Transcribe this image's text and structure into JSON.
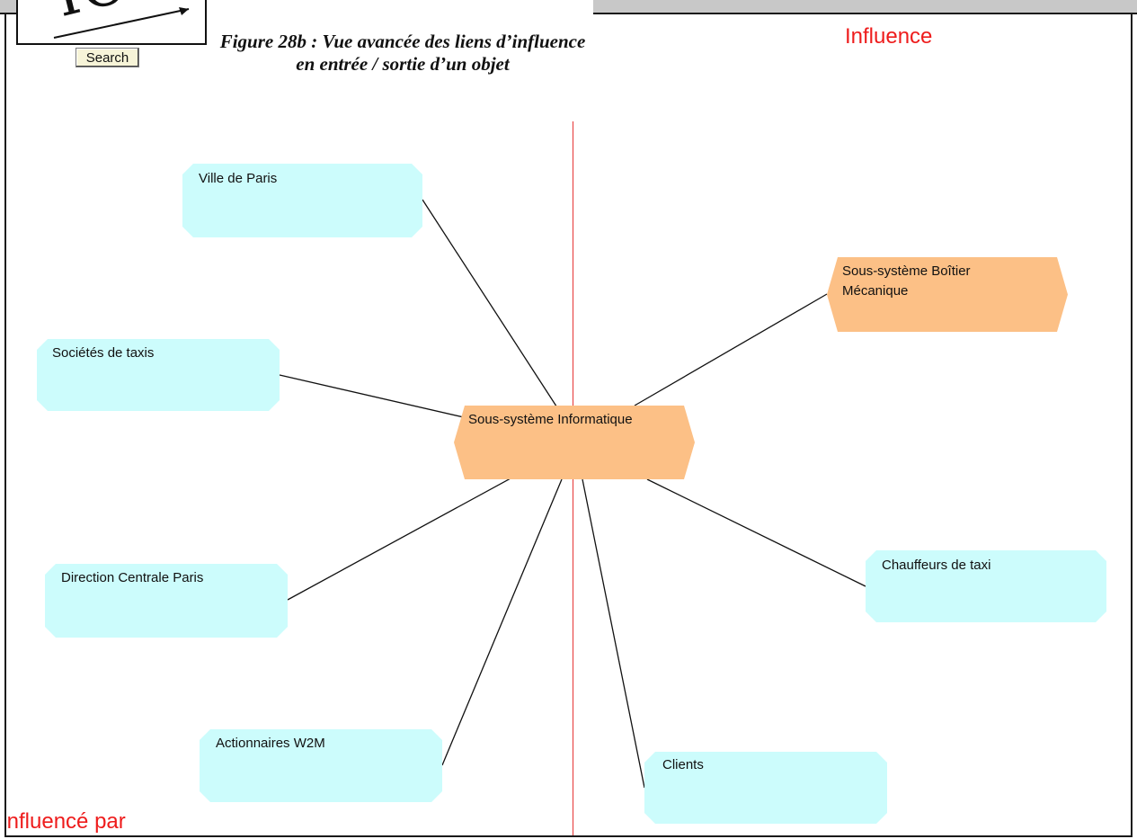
{
  "logo": {
    "text": "ICA"
  },
  "figure_caption": "Figure 28b : Vue avancée des liens d’influence en entrée / sortie d’un objet",
  "toolbar": {
    "search_label": "Search"
  },
  "diagram": {
    "influence_label": "Influence",
    "influenced_by_label": "Influencé par",
    "colors": {
      "environment_node": "#ccfcfc",
      "subsystem_node": "#fcc086",
      "label_red": "#ee1c1c",
      "divider": "#e63333",
      "link": "#111111"
    },
    "nodes": {
      "ville": {
        "label": "Ville de Paris"
      },
      "societes": {
        "label": "Sociétés de taxis"
      },
      "direction": {
        "label": "Direction Centrale Paris"
      },
      "actionnaires": {
        "label": "Actionnaires W2M"
      },
      "clients": {
        "label": "Clients"
      },
      "chauffeurs": {
        "label": "Chauffeurs de taxi"
      },
      "boitier": {
        "label": "Sous-système Boîtier\nMécanique"
      },
      "informatique": {
        "label": "Sous-système Informatique"
      }
    },
    "links": [
      {
        "from": "ville",
        "to": "informatique"
      },
      {
        "from": "societes",
        "to": "informatique"
      },
      {
        "from": "direction",
        "to": "informatique"
      },
      {
        "from": "actionnaires",
        "to": "informatique"
      },
      {
        "from": "clients",
        "to": "informatique"
      },
      {
        "from": "chauffeurs",
        "to": "informatique"
      },
      {
        "from": "boitier",
        "to": "informatique"
      }
    ]
  }
}
